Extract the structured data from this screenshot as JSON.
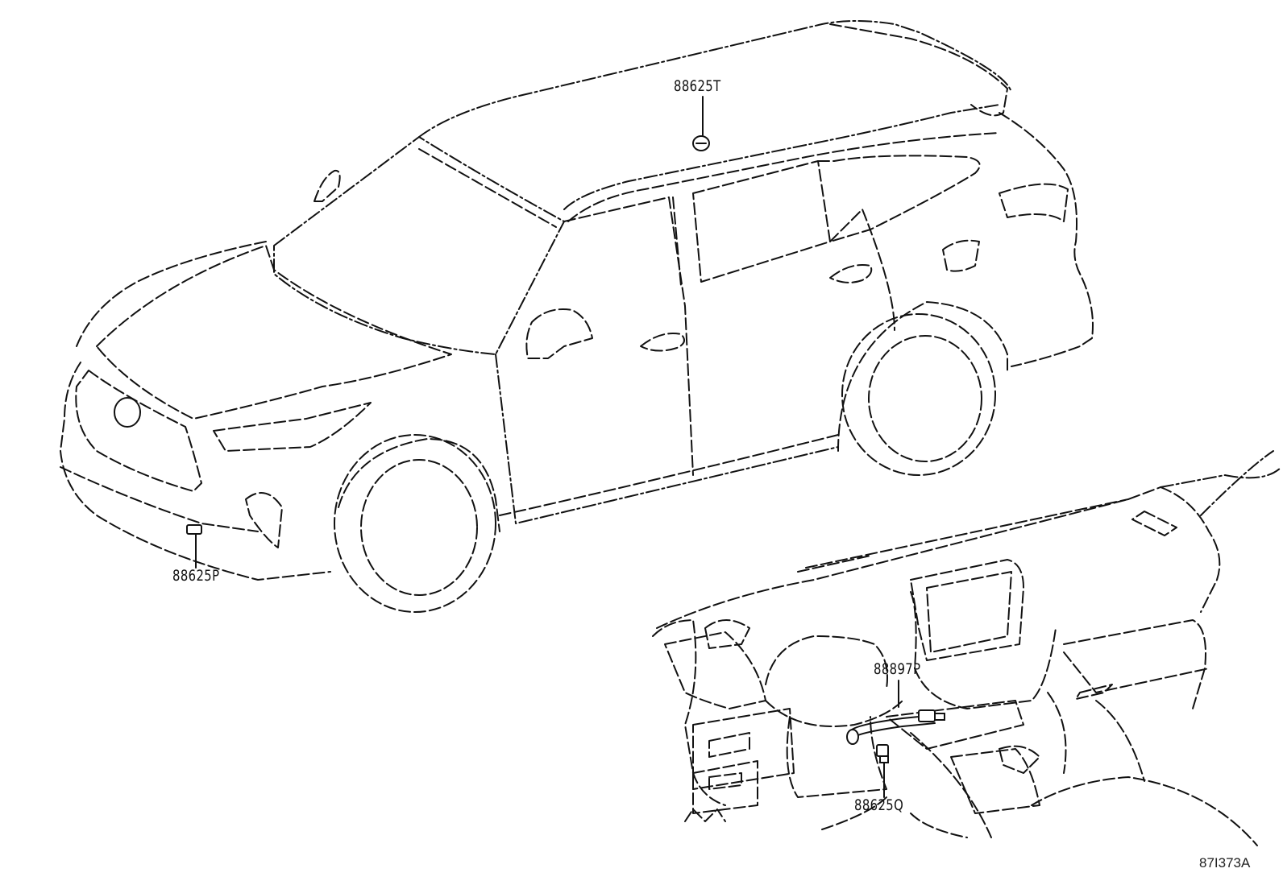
{
  "callouts": {
    "roof_sensor": "88625T",
    "front_sensor": "88625P",
    "harness": "88897P",
    "dash_sensor": "88625Q"
  },
  "diagram_id": "87I373A"
}
